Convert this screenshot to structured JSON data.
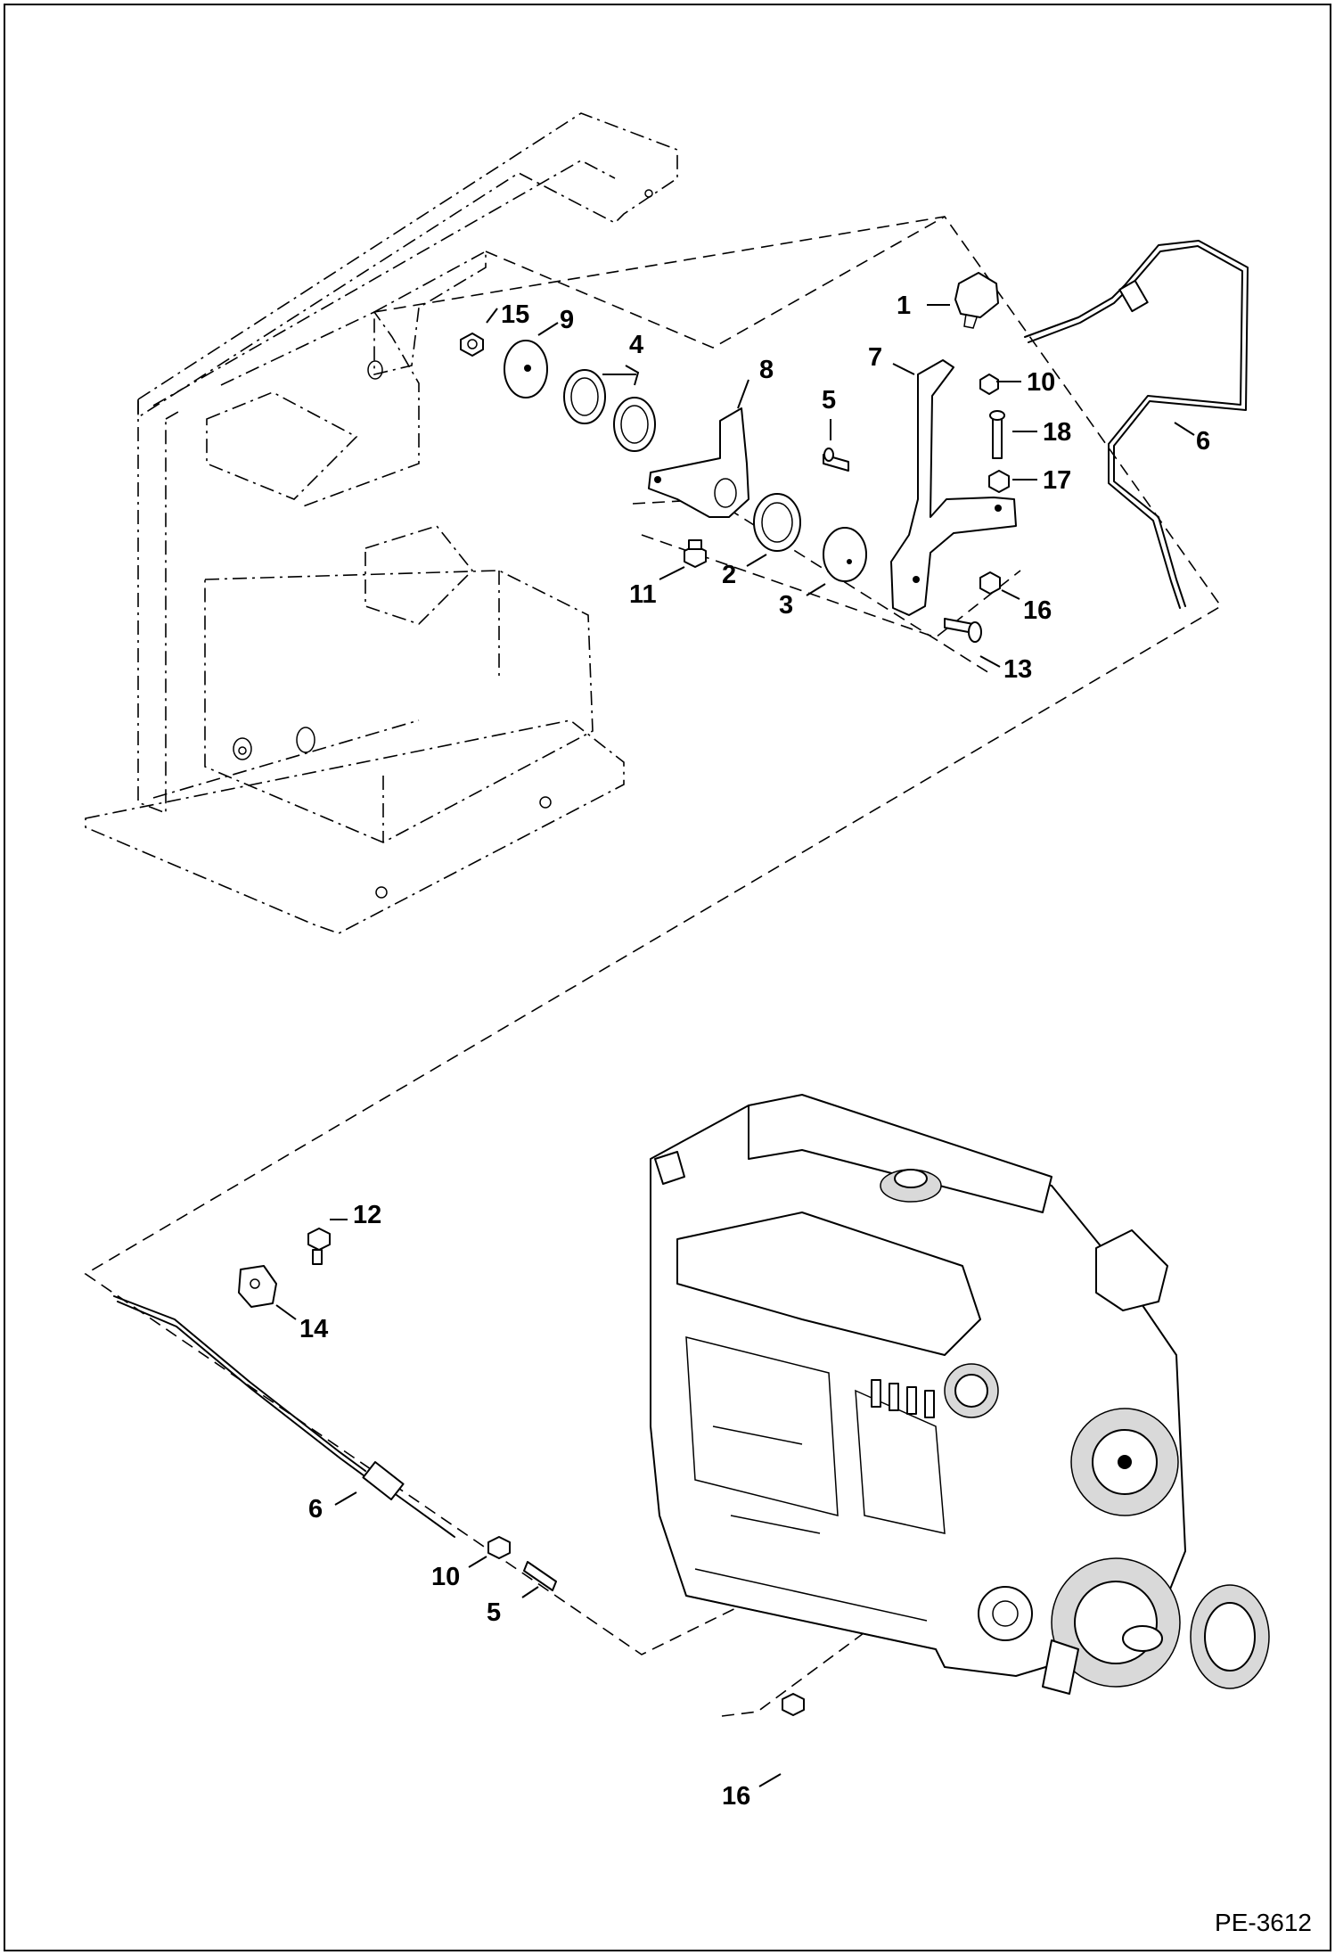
{
  "callouts": {
    "c1": "1",
    "c2": "2",
    "c3": "3",
    "c4": "4",
    "c5a": "5",
    "c5b": "5",
    "c6a": "6",
    "c6b": "6",
    "c7": "7",
    "c8": "8",
    "c9": "9",
    "c10a": "10",
    "c10b": "10",
    "c11": "11",
    "c12": "12",
    "c13": "13",
    "c14": "14",
    "c15": "15",
    "c16a": "16",
    "c16b": "16",
    "c17": "17",
    "c18": "18"
  },
  "figure_id": "PE-3612"
}
